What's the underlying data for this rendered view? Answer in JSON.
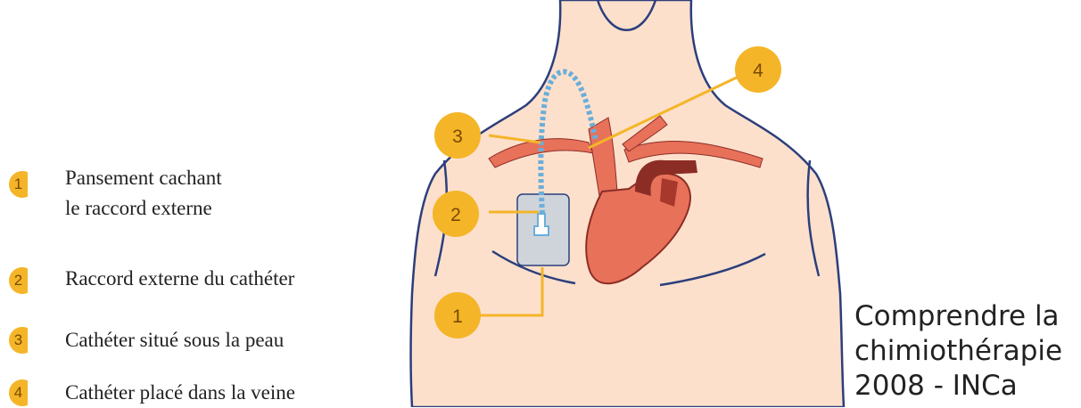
{
  "legend": [
    {
      "number": "1",
      "line1": "Pansement cachant",
      "line2": "le raccord externe"
    },
    {
      "number": "2",
      "line1": "Raccord externe du cathéter"
    },
    {
      "number": "3",
      "line1": "Cathéter situé sous la peau"
    },
    {
      "number": "4",
      "line1": "Cathéter placé dans la veine"
    }
  ],
  "callouts": [
    "1",
    "2",
    "3",
    "4"
  ],
  "caption": {
    "line1": "Comprendre la",
    "line2": "chimiothérapie",
    "line3": "2008 - INCa"
  },
  "colors": {
    "badge": "#f4b528",
    "skin": "#fde0cc",
    "outline": "#2c3f7c",
    "vessel": "#e8715a",
    "dark_vessel": "#8c2d25",
    "catheter": "#6aaedb",
    "dressing": "#cfd4db"
  }
}
